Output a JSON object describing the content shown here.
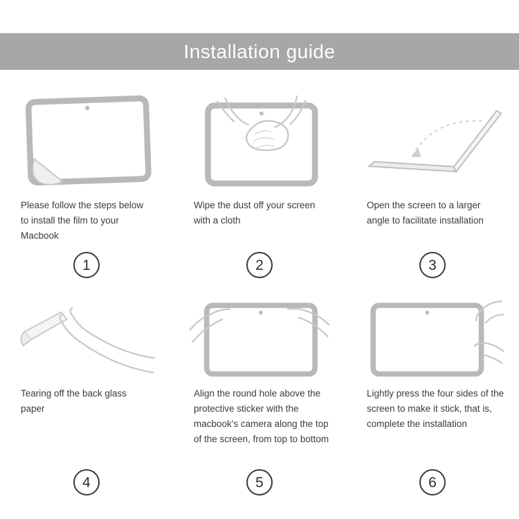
{
  "header": {
    "title": "Installation guide"
  },
  "steps": [
    {
      "num": "1",
      "text": "Please follow the steps below to install the film to your Macbook",
      "illustration": "tablet-with-peeling-film"
    },
    {
      "num": "2",
      "text": "Wipe the dust off your screen with a cloth",
      "illustration": "hands-wiping-screen-with-cloth"
    },
    {
      "num": "3",
      "text": "Open the screen to a larger angle to facilitate installation",
      "illustration": "laptop-opened-wide-angle"
    },
    {
      "num": "4",
      "text": "Tearing off the back glass paper",
      "illustration": "hands-tearing-back-paper"
    },
    {
      "num": "5",
      "text": "Align the round hole above the protective sticker with the macbook's camera along the top of the screen, from top to bottom",
      "illustration": "hands-aligning-film-on-screen"
    },
    {
      "num": "6",
      "text": "Lightly press the four sides of the screen to make it stick, that is, complete the installation",
      "illustration": "hands-pressing-screen-sides"
    }
  ],
  "colors": {
    "header_bg": "#a7a7a7",
    "header_text": "#ffffff",
    "line_art": "#c4c4c4",
    "tablet_border": "#b9b9b9",
    "body_text": "#3b3b3b"
  }
}
